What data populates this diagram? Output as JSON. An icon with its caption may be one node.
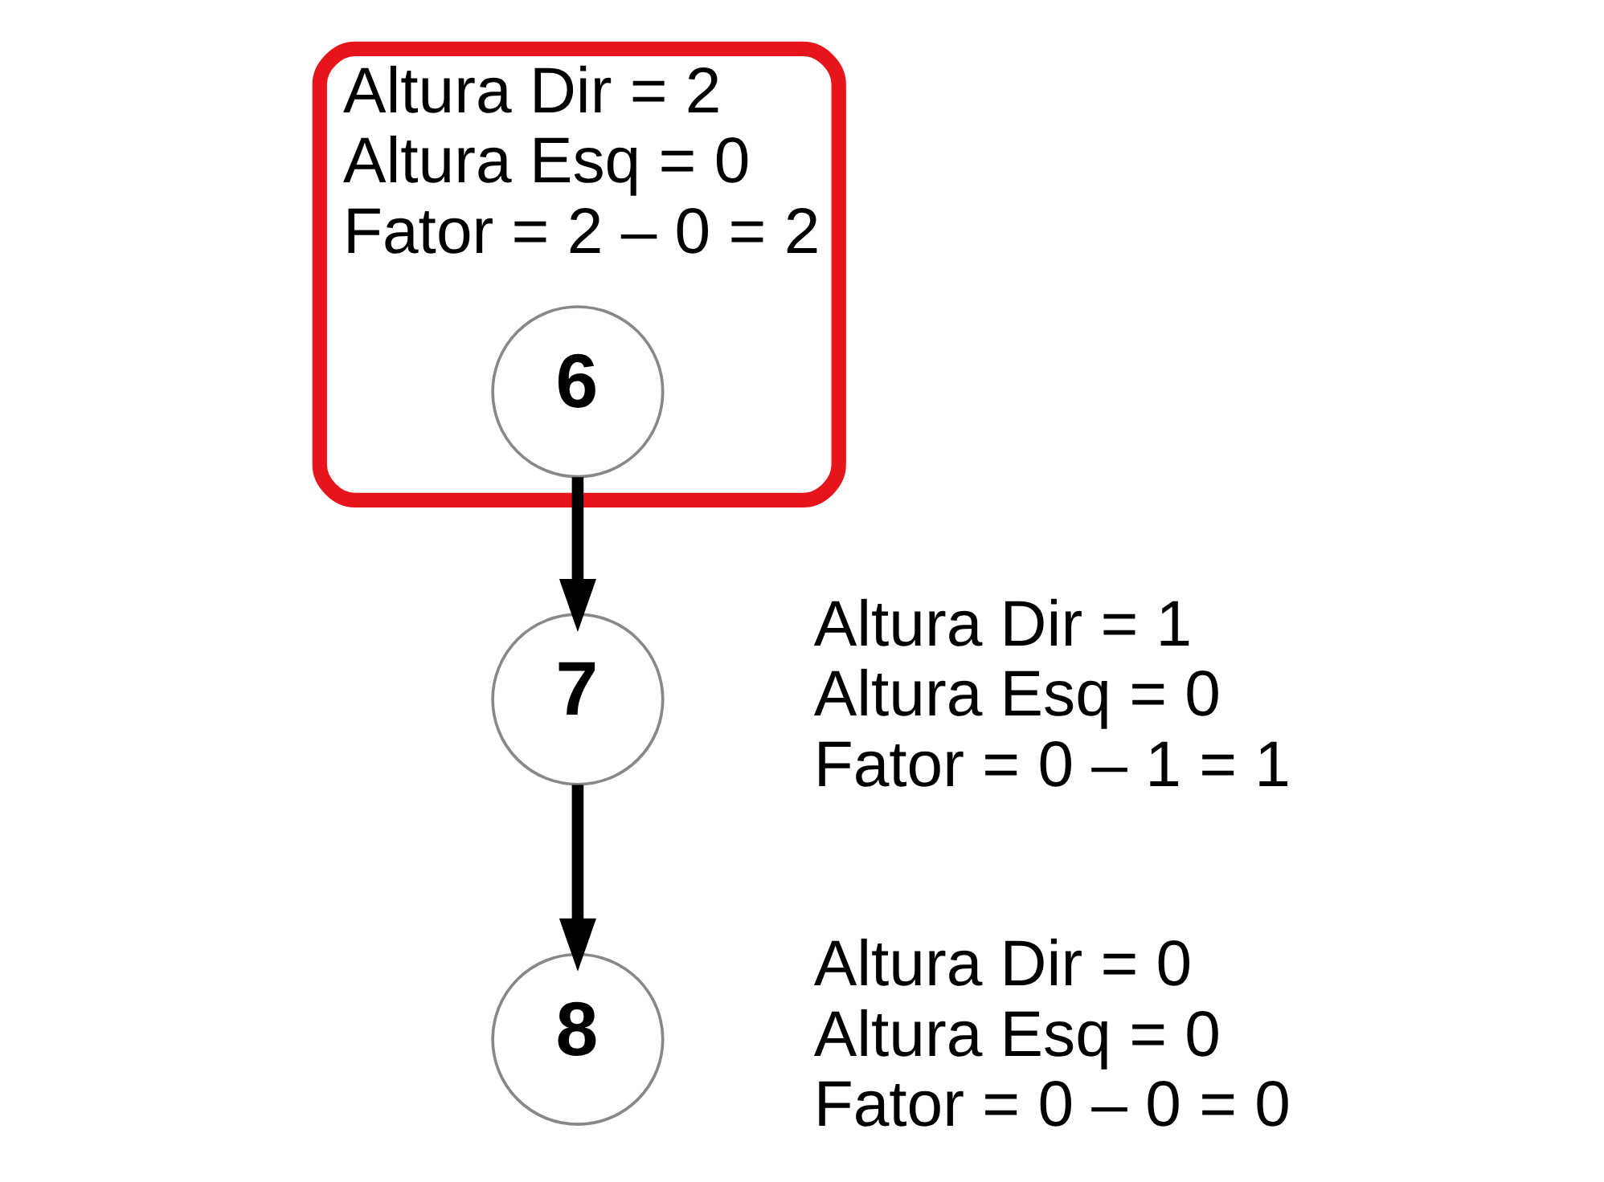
{
  "diagram": {
    "nodes": [
      {
        "text": [
          "Altura Dir = 2",
          "Altura Esq = 0",
          "Fator = 2 – 0 = 2"
        ]
      },
      {
        "text": [
          "6"
        ],
        "in": 0
      },
      {
        "text": [
          "7"
        ],
        "beside": [
          "Altura Dir = 1",
          "Altura Esq = 0",
          "Fator = 0 – 1 = 1"
        ]
      },
      {
        "text": [
          "8"
        ],
        "beside": [
          "Altura Dir = 0",
          "Altura Esq = 0",
          "Fator = 0 – 0 = 0"
        ]
      }
    ],
    "edges": [
      {
        "from": 1,
        "to": 2,
        "arrow": "to"
      },
      {
        "from": 2,
        "to": 3,
        "arrow": "to"
      }
    ]
  }
}
